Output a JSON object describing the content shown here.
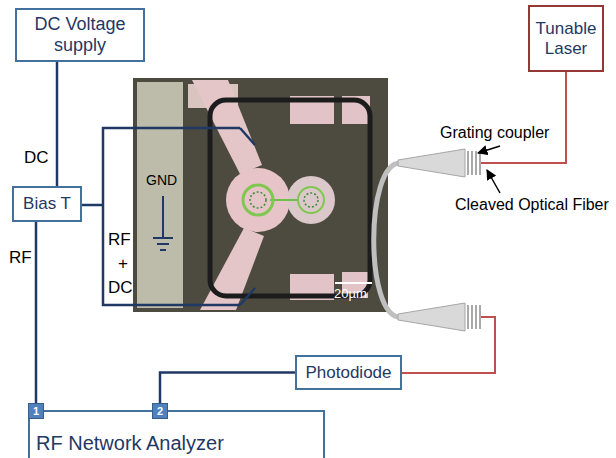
{
  "diagram": {
    "nodes": [
      {
        "text": [
          "DC Voltage supply"
        ]
      },
      {
        "text": [
          "Tunable Laser"
        ]
      },
      {
        "text": [
          "Bias T"
        ]
      },
      {
        "text": [
          "Photodiode"
        ]
      },
      {
        "text": [
          "RF Network Analyzer"
        ]
      },
      {
        "text": [
          "1"
        ],
        "in": 4
      },
      {
        "text": [
          "2"
        ],
        "in": 4
      }
    ],
    "edges": [
      {
        "from": 0,
        "to": 2,
        "arrow": "none"
      },
      {
        "from": 2,
        "to": 5,
        "arrow": "none"
      },
      {
        "from": 6,
        "to": 3,
        "arrow": "none"
      }
    ],
    "labels": [
      "Grating coupler",
      "Cleaved Optical Fiber",
      "DC",
      "GND",
      "RF",
      "+",
      "DC",
      "20µm",
      "RF"
    ]
  }
}
